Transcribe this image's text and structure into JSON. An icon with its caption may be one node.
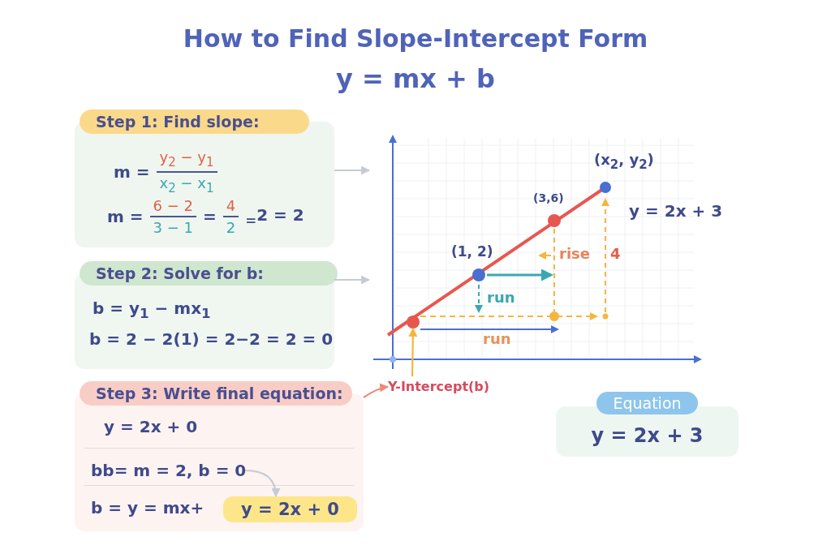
{
  "diagram": {
    "title": "How to Find Slope-Intercept Form",
    "nodes": [
      {
        "text": [
          "Step 1: Find slope:",
          "m =",
          "y$_{2}$ − y$_{1}$",
          "x$_{2}$ − x$_{1}$",
          "m =",
          "6 − 2",
          "3 − 1",
          "=",
          "4",
          "2",
          "$_{=}$2 = 2"
        ]
      },
      {
        "text": [
          "Step 2: Solve for b:",
          "b = y$_{1}$ − mx$_{1}$",
          "b = 2 − 2(1) = 2−2 = 2 = 0"
        ]
      },
      {
        "text": [
          "Step 3: Write final equation:",
          "y = 2x + 0",
          "b = y = mx+"
        ]
      },
      {
        "text": [
          "bb= m = 2, b = 0"
        ],
        "in": 2
      },
      {
        "text": [
          "y = 2x + 0"
        ],
        "in": 2
      },
      {
        "text": [],
        "shape": "picture"
      },
      {
        "text": [],
        "shape": "circle",
        "in": 5
      },
      {
        "text": [
          "Y-Intercept(b)"
        ]
      },
      {
        "text": [
          "Equation",
          "y = 2x + 3"
        ]
      }
    ],
    "edges": [
      {
        "from": 0,
        "to": 5,
        "arrow": "to"
      },
      {
        "from": 1,
        "to": 5,
        "arrow": "to"
      },
      {
        "from": 2,
        "to": 7,
        "arrow": "to",
        "color": "#f08a78"
      },
      {
        "from": 3,
        "to": 4,
        "arrow": "to"
      },
      {
        "from": 7,
        "to": 6,
        "arrow": "to",
        "color": "#f5b63f"
      }
    ],
    "labels": [
      "y = mx + b",
      "(x$_{2}$, y$_{2}$)",
      "(3,6)",
      "y = 2x + 3",
      "(1, 2)",
      "rise",
      "4",
      "run",
      "run"
    ]
  }
}
